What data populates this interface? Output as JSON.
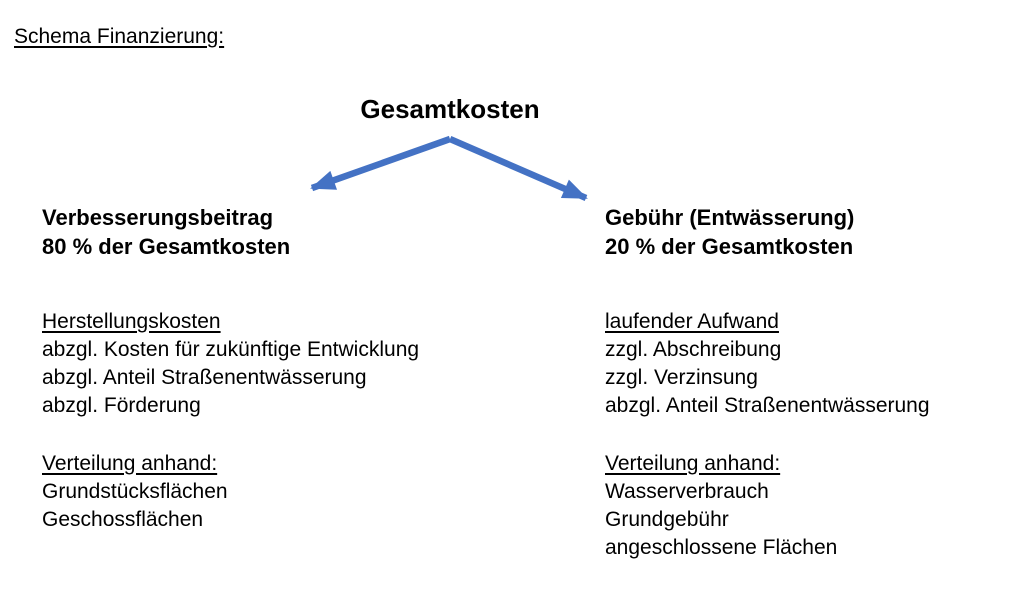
{
  "page": {
    "title": "Schema Finanzierung:",
    "background_color": "#ffffff",
    "text_color": "#000000"
  },
  "diagram": {
    "root": "Gesamtkosten",
    "arrow_color": "#4472C4",
    "branches": [
      {
        "title_line1": "Verbesserungsbeitrag",
        "title_line2": "80 % der Gesamtkosten",
        "sections": [
          {
            "heading": "Herstellungskosten",
            "items": [
              "abzgl. Kosten für zukünftige Entwicklung",
              "abzgl. Anteil Straßenentwässerung",
              "abzgl. Förderung"
            ]
          },
          {
            "heading": "Verteilung anhand:",
            "items": [
              "Grundstücksflächen",
              "Geschossflächen"
            ]
          }
        ]
      },
      {
        "title_line1": "Gebühr (Entwässerung)",
        "title_line2": "20 % der Gesamtkosten",
        "sections": [
          {
            "heading": "laufender Aufwand",
            "items": [
              "zzgl. Abschreibung",
              "zzgl. Verzinsung",
              "abzgl. Anteil Straßenentwässerung"
            ]
          },
          {
            "heading": "Verteilung anhand:",
            "items": [
              "Wasserverbrauch",
              "Grundgebühr",
              "angeschlossene Flächen"
            ]
          }
        ]
      }
    ]
  }
}
